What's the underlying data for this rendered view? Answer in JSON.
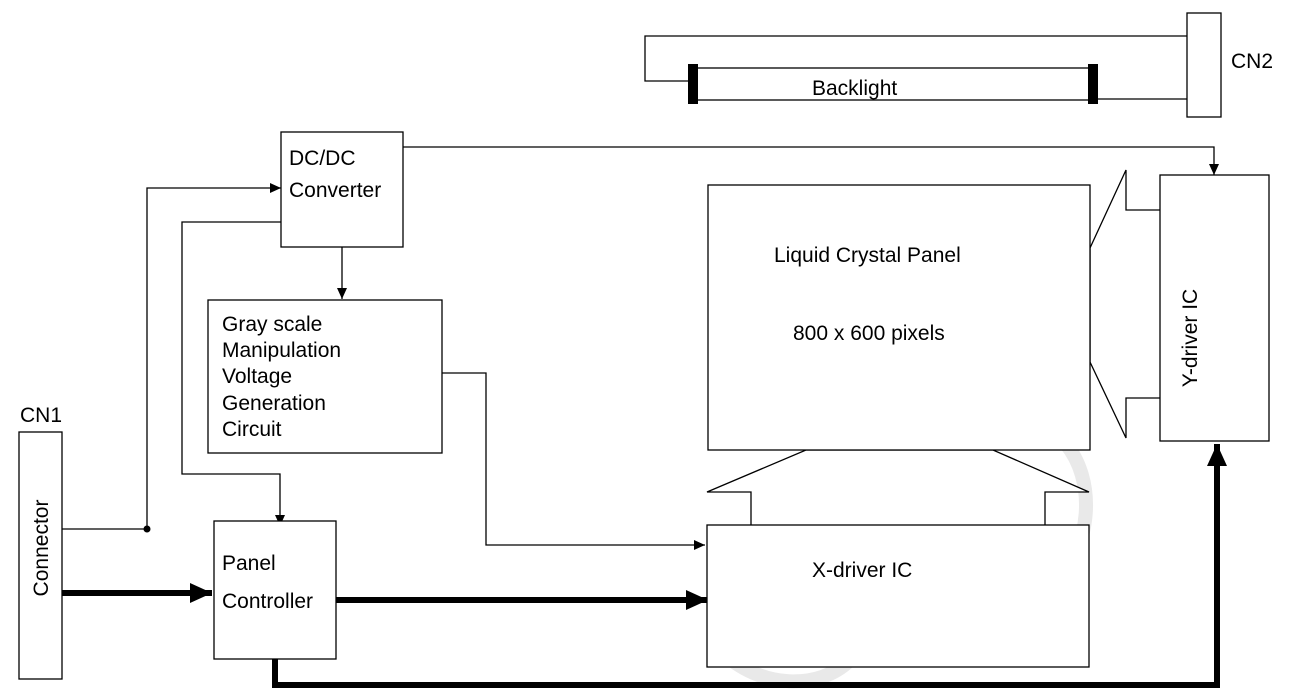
{
  "labels": {
    "cn2": "CN2",
    "backlight": "Backlight",
    "dcdc_line1": "DC/DC",
    "dcdc_line2": "Converter",
    "lcd_title": "Liquid Crystal Panel",
    "lcd_resolution": "800 x 600 pixels",
    "ydriver": "Y-driver IC",
    "gray_line1": "Gray scale",
    "gray_line2": "Manipulation",
    "gray_line3": "Voltage",
    "gray_line4": "Generation",
    "gray_line5": "Circuit",
    "cn1": "CN1",
    "connector": "Connector",
    "panel_line1": "Panel",
    "panel_line2": "Controller",
    "xdriver": "X-driver IC"
  },
  "colors": {
    "line": "#000000",
    "background": "#ffffff",
    "watermark": "#e9e9e9"
  }
}
